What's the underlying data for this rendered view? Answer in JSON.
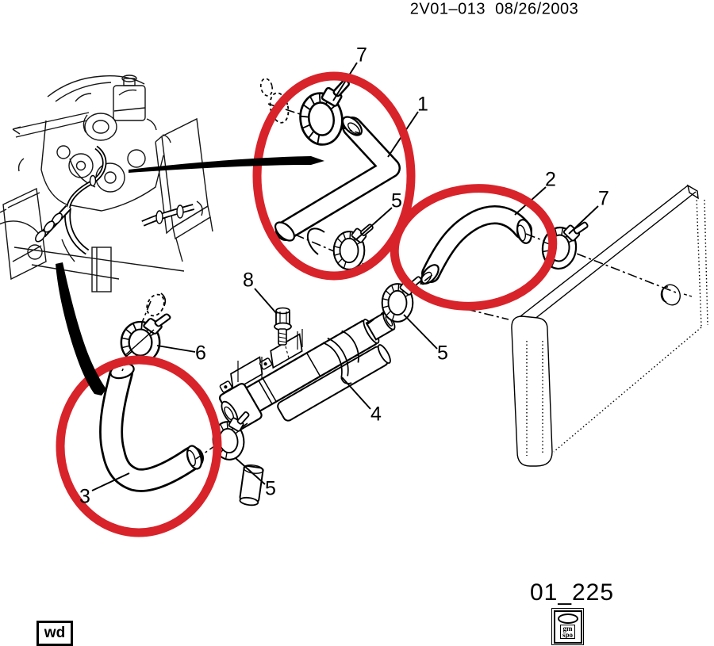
{
  "page": {
    "title": "2V01–013  08/26/2003",
    "sheet_number": "01_225"
  },
  "callouts": {
    "clamp_top": "7",
    "hose_upper": "1",
    "hose_middle": "2",
    "clamp_right": "7",
    "clamp_upper_mid": "5",
    "bolt": "8",
    "clamp_left": "6",
    "clamp_center": "5",
    "pipe_assembly": "4",
    "clamp_lower": "5",
    "hose_lower": "3"
  },
  "footer": {
    "corner_tag": "wd",
    "logo": {
      "line1": "gm",
      "line2": "spo"
    }
  },
  "colors": {
    "highlight_red": "#d8232a",
    "line_black": "#000000",
    "background": "#ffffff"
  }
}
